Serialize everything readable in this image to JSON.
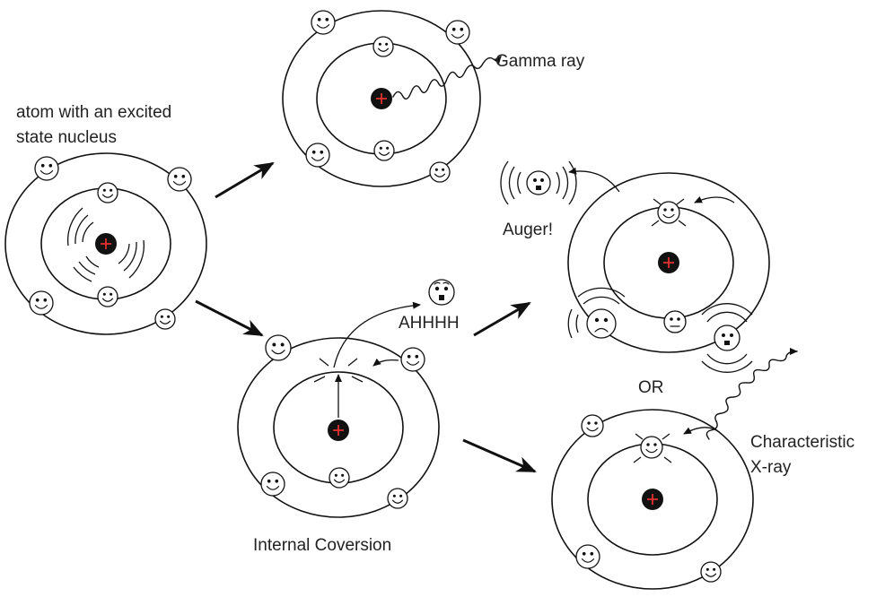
{
  "colors": {
    "ink": "#111111",
    "nucleus": "#111111",
    "plus": "#e0312d",
    "background": "#ffffff"
  },
  "labels": {
    "excited_line1": "atom with an excited",
    "excited_line2": "state nucleus",
    "gamma": "Gamma ray",
    "auger": "Auger!",
    "ahhhh": "AHHHH",
    "or": "OR",
    "xray_line1": "Characteristic",
    "xray_line2": "X-ray",
    "internal": "Internal Coversion"
  },
  "icons": [
    "smiley-electron-icon",
    "nucleus-icon",
    "vibration-icon",
    "wavy-arrow-icon",
    "scared-face-icon",
    "sad-face-icon",
    "surprised-face-icon"
  ]
}
